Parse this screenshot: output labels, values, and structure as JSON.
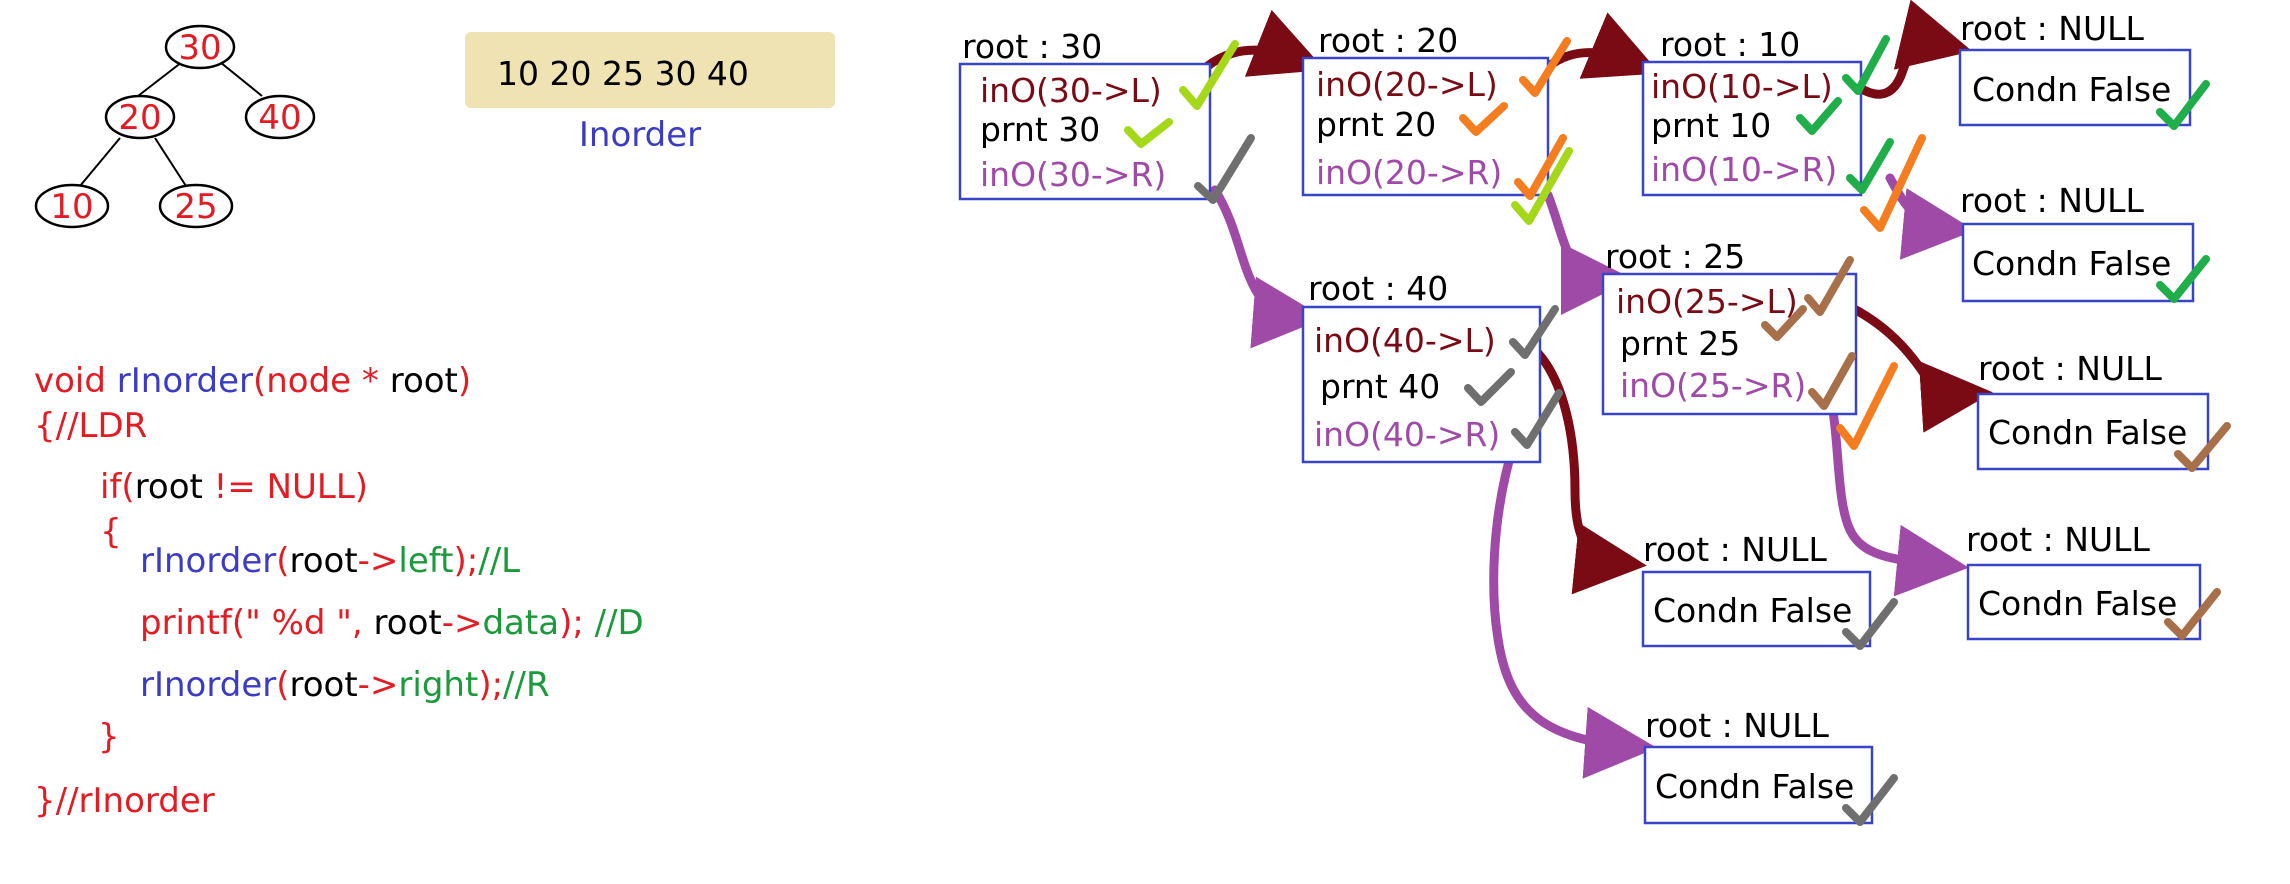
{
  "tree": {
    "nodes": [
      "30",
      "20",
      "40",
      "10",
      "25"
    ]
  },
  "output": {
    "sequence": "10 20 25 30 40",
    "caption": "Inorder"
  },
  "code": {
    "sig_void": "void ",
    "sig_fn": "rInorder",
    "sig_paren": "(node * ",
    "sig_root": "root",
    "sig_close": ")",
    "open_brace": "{",
    "open_comment": "//LDR",
    "if_kw": "if(",
    "if_root": "root",
    "if_rest": " != NULL)",
    "inner_open": "{",
    "l1_fn": "rInorder",
    "l1_open": "(",
    "l1_root": "root",
    "l1_arrow": "->",
    "l1_field": "left",
    "l1_close": ");",
    "l1_comment": "//L",
    "l2_fn": "printf(\" %d \", ",
    "l2_root": "root",
    "l2_arrow": "->",
    "l2_field": "data",
    "l2_close": "); ",
    "l2_comment": "//D",
    "l3_fn": "rInorder",
    "l3_open": "(",
    "l3_root": "root",
    "l3_arrow": "->",
    "l3_field": "right",
    "l3_close": ");",
    "l3_comment": "//R",
    "inner_close": "}",
    "close_brace": "}",
    "close_comment": "//rInorder"
  },
  "frames": {
    "f30": {
      "title": "root : 30",
      "l1": "inO(30->L)",
      "l2": "prnt 30",
      "l3": "inO(30->R)"
    },
    "f20": {
      "title": "root : 20",
      "l1": "inO(20->L)",
      "l2": "prnt 20",
      "l3": "inO(20->R)"
    },
    "f10": {
      "title": "root : 10",
      "l1": "inO(10->L)",
      "l2": "prnt 10",
      "l3": "inO(10->R)"
    },
    "f25": {
      "title": "root : 25",
      "l1": "inO(25->L)",
      "l2": "prnt 25",
      "l3": "inO(25->R)"
    },
    "f40": {
      "title": "root : 40",
      "l1": "inO(40->L)",
      "l2": "prnt 40",
      "l3": "inO(40->R)"
    },
    "n1": {
      "title": "root : NULL",
      "body": "Condn False"
    },
    "n2": {
      "title": "root : NULL",
      "body": "Condn False"
    },
    "n3": {
      "title": "root : NULL",
      "body": "Condn False"
    },
    "n4": {
      "title": "root : NULL",
      "body": "Condn False"
    },
    "n5": {
      "title": "root : NULL",
      "body": "Condn False"
    },
    "n6": {
      "title": "root : NULL",
      "body": "Condn False"
    }
  },
  "colors": {
    "red": "#e31b23",
    "blue": "#3b3bc4",
    "green": "#1a9a3a",
    "maroon": "#7a0a14",
    "purple": "#a04aa8",
    "box_border": "#3845c9",
    "output_bg": "#efe3b4",
    "check_lime": "#a6d81a",
    "check_orange": "#f47d20",
    "check_green": "#1fae4a",
    "check_gray": "#6f6f6f",
    "check_brown": "#a8704a"
  }
}
